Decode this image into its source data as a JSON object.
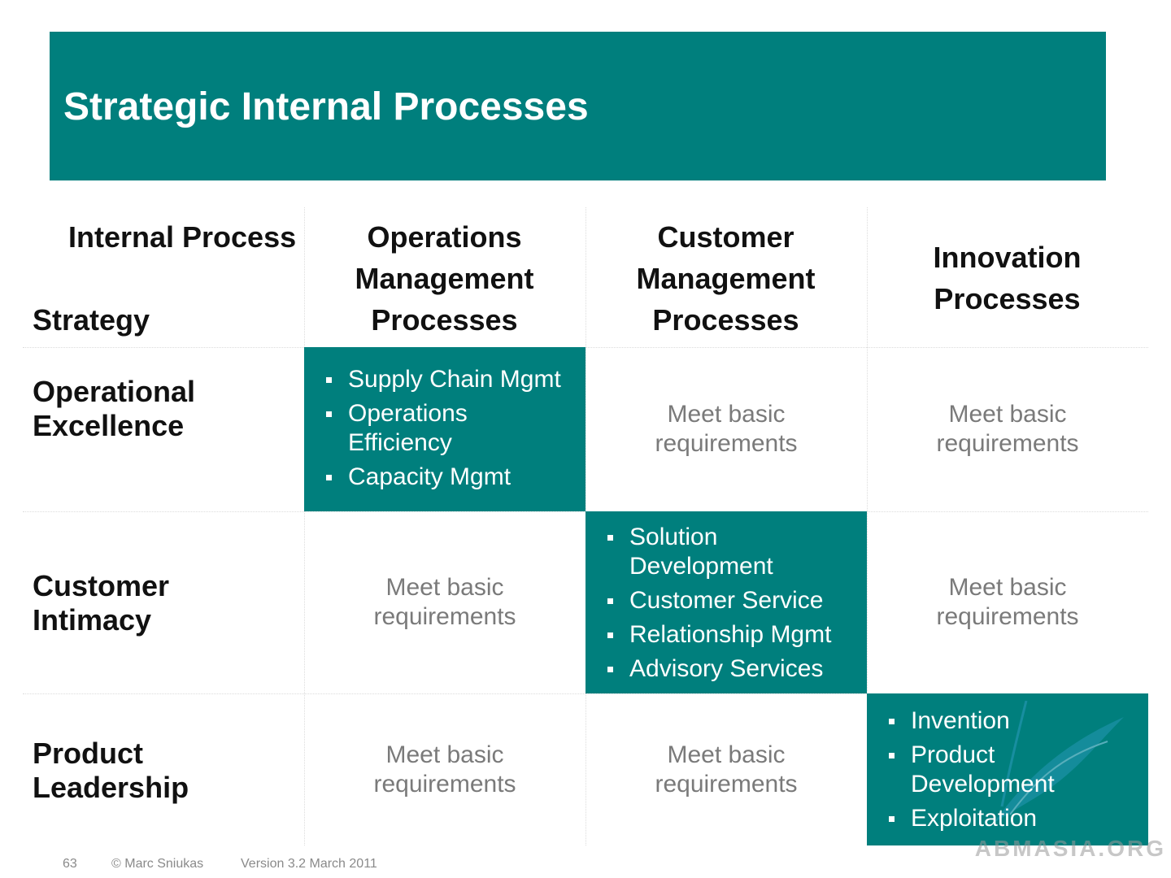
{
  "title": "Strategic Internal Processes",
  "header": {
    "internal_process": "Internal Process",
    "strategy": "Strategy"
  },
  "columns": [
    "Operations Management Processes",
    "Customer Management Processes",
    "Innovation Processes"
  ],
  "rows": [
    {
      "label_lines": [
        "Operational",
        "Excellence"
      ],
      "cells": [
        {
          "highlight": true,
          "items": [
            [
              "Supply Chain Mgmt"
            ],
            [
              "Operations",
              "Efficiency"
            ],
            [
              "Capacity Mgmt"
            ]
          ]
        },
        {
          "highlight": false,
          "text_lines": [
            "Meet basic",
            "requirements"
          ]
        },
        {
          "highlight": false,
          "text_lines": [
            "Meet basic",
            "requirements"
          ]
        }
      ]
    },
    {
      "label_lines": [
        "Customer",
        "Intimacy"
      ],
      "cells": [
        {
          "highlight": false,
          "text_lines": [
            "Meet basic",
            "requirements"
          ]
        },
        {
          "highlight": true,
          "items": [
            [
              "Solution",
              "Development"
            ],
            [
              "Customer Service"
            ],
            [
              "Relationship Mgmt"
            ],
            [
              "Advisory Services"
            ]
          ]
        },
        {
          "highlight": false,
          "text_lines": [
            "Meet basic",
            "requirements"
          ]
        }
      ]
    },
    {
      "label_lines": [
        "Product",
        "Leadership"
      ],
      "cells": [
        {
          "highlight": false,
          "text_lines": [
            "Meet basic",
            "requirements"
          ]
        },
        {
          "highlight": false,
          "text_lines": [
            "Meet basic",
            "requirements"
          ]
        },
        {
          "highlight": true,
          "items": [
            [
              "Invention"
            ],
            [
              "Product",
              "Development"
            ],
            [
              "Exploitation"
            ]
          ]
        }
      ]
    }
  ],
  "footer": {
    "page_number": "63",
    "copyright": "© Marc Sniukas",
    "version": "Version 3.2 March 2011"
  },
  "watermark": "ABMASIA.ORG",
  "colors": {
    "teal": "#007f7d",
    "muted_text": "#7a7a7a"
  }
}
